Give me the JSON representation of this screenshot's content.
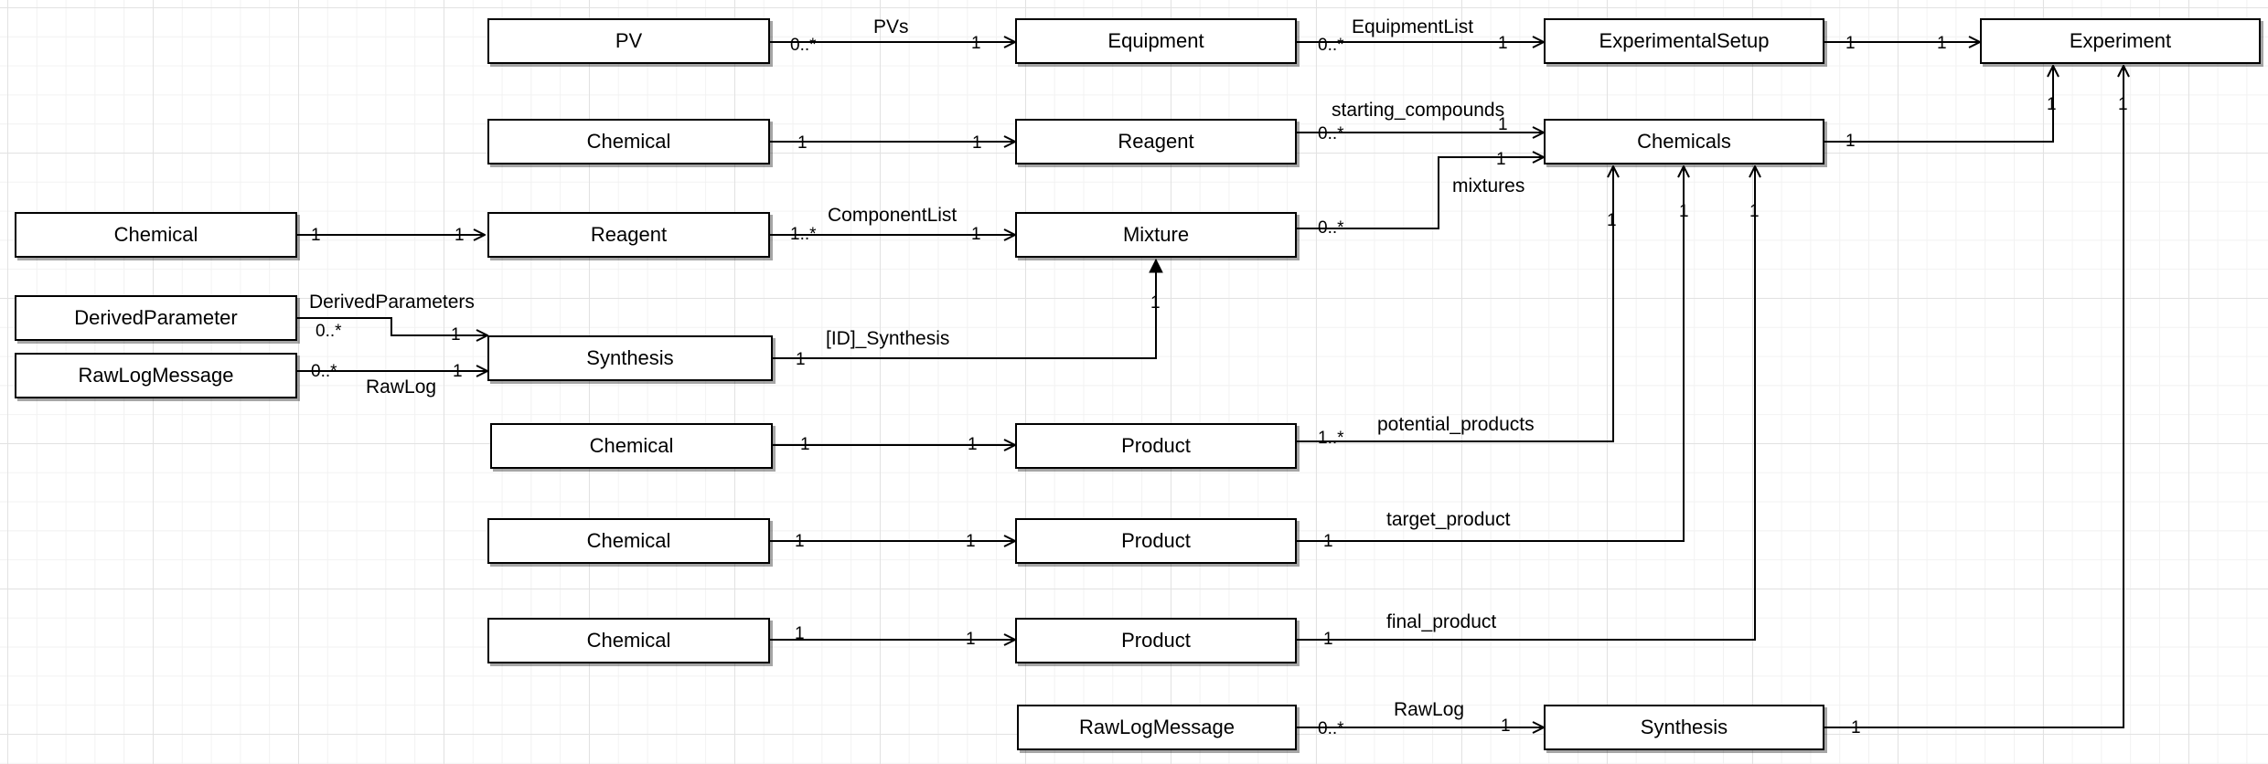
{
  "nodes": {
    "pv": "PV",
    "equipment": "Equipment",
    "experimental_setup": "ExperimentalSetup",
    "experiment": "Experiment",
    "chemical_1": "Chemical",
    "reagent_1": "Reagent",
    "chemicals": "Chemicals",
    "chemical_2": "Chemical",
    "reagent_2": "Reagent",
    "mixture": "Mixture",
    "derived_parameter": "DerivedParameter",
    "raw_log_message_1": "RawLogMessage",
    "synthesis_1": "Synthesis",
    "chemical_3": "Chemical",
    "product_1": "Product",
    "chemical_4": "Chemical",
    "product_2": "Product",
    "chemical_5": "Chemical",
    "product_3": "Product",
    "raw_log_message_2": "RawLogMessage",
    "synthesis_2": "Synthesis"
  },
  "edge_labels": {
    "pvs": "PVs",
    "equipment_list": "EquipmentList",
    "starting_compounds": "starting_compounds",
    "mixtures": "mixtures",
    "component_list": "ComponentList",
    "derived_parameters": "DerivedParameters",
    "raw_log_1": "RawLog",
    "id_synthesis": "[ID]_Synthesis",
    "potential_products": "potential_products",
    "target_product": "target_product",
    "final_product": "final_product",
    "raw_log_2": "RawLog"
  },
  "multiplicities": {
    "zero_many": "0..*",
    "one_many": "1..*",
    "one": "1"
  }
}
